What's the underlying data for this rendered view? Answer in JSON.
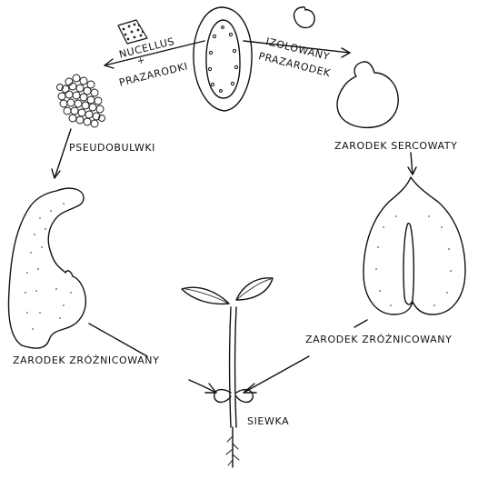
{
  "labels": {
    "nucellus": "NUCELLUS",
    "plus": "+",
    "prazarodki": "PRAZARODKI",
    "izolowany": "IZOLOWANY",
    "prazarodek": "PRAZARODEK",
    "pseudobulwki": "PSEUDOBULWKI",
    "zarodek_sercowaty": "ZARODEK  SERCOWATY",
    "zarodek_zroznicowany_left": "ZARODEK  ZRÓŻNICOWANY",
    "zarodek_zroznicowany_right": "ZARODEK  ZRÓŻNICOWANY",
    "siewka": "SIEWKA"
  },
  "colors": {
    "ink": "#111111",
    "paper": "#ffffff",
    "stipple": "#444444"
  }
}
